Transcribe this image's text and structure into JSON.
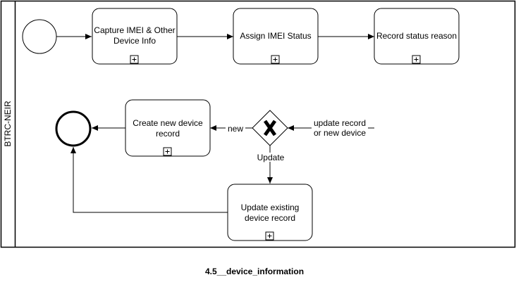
{
  "pool": {
    "lane_label": "BTRC-NEIR"
  },
  "tasks": [
    {
      "id": "capture",
      "lines": [
        "Capture IMEI & Other",
        "Device Info"
      ]
    },
    {
      "id": "assign",
      "lines": [
        "Assign IMEI Status"
      ]
    },
    {
      "id": "reason",
      "lines": [
        "Record status reason"
      ]
    },
    {
      "id": "create",
      "lines": [
        "Create new device",
        "record"
      ]
    },
    {
      "id": "update",
      "lines": [
        "Update existing",
        "device record"
      ]
    }
  ],
  "edges": {
    "incoming": [
      "update record",
      "or new device"
    ],
    "new": "new",
    "update": "Update"
  },
  "caption": "4.5__device_information"
}
